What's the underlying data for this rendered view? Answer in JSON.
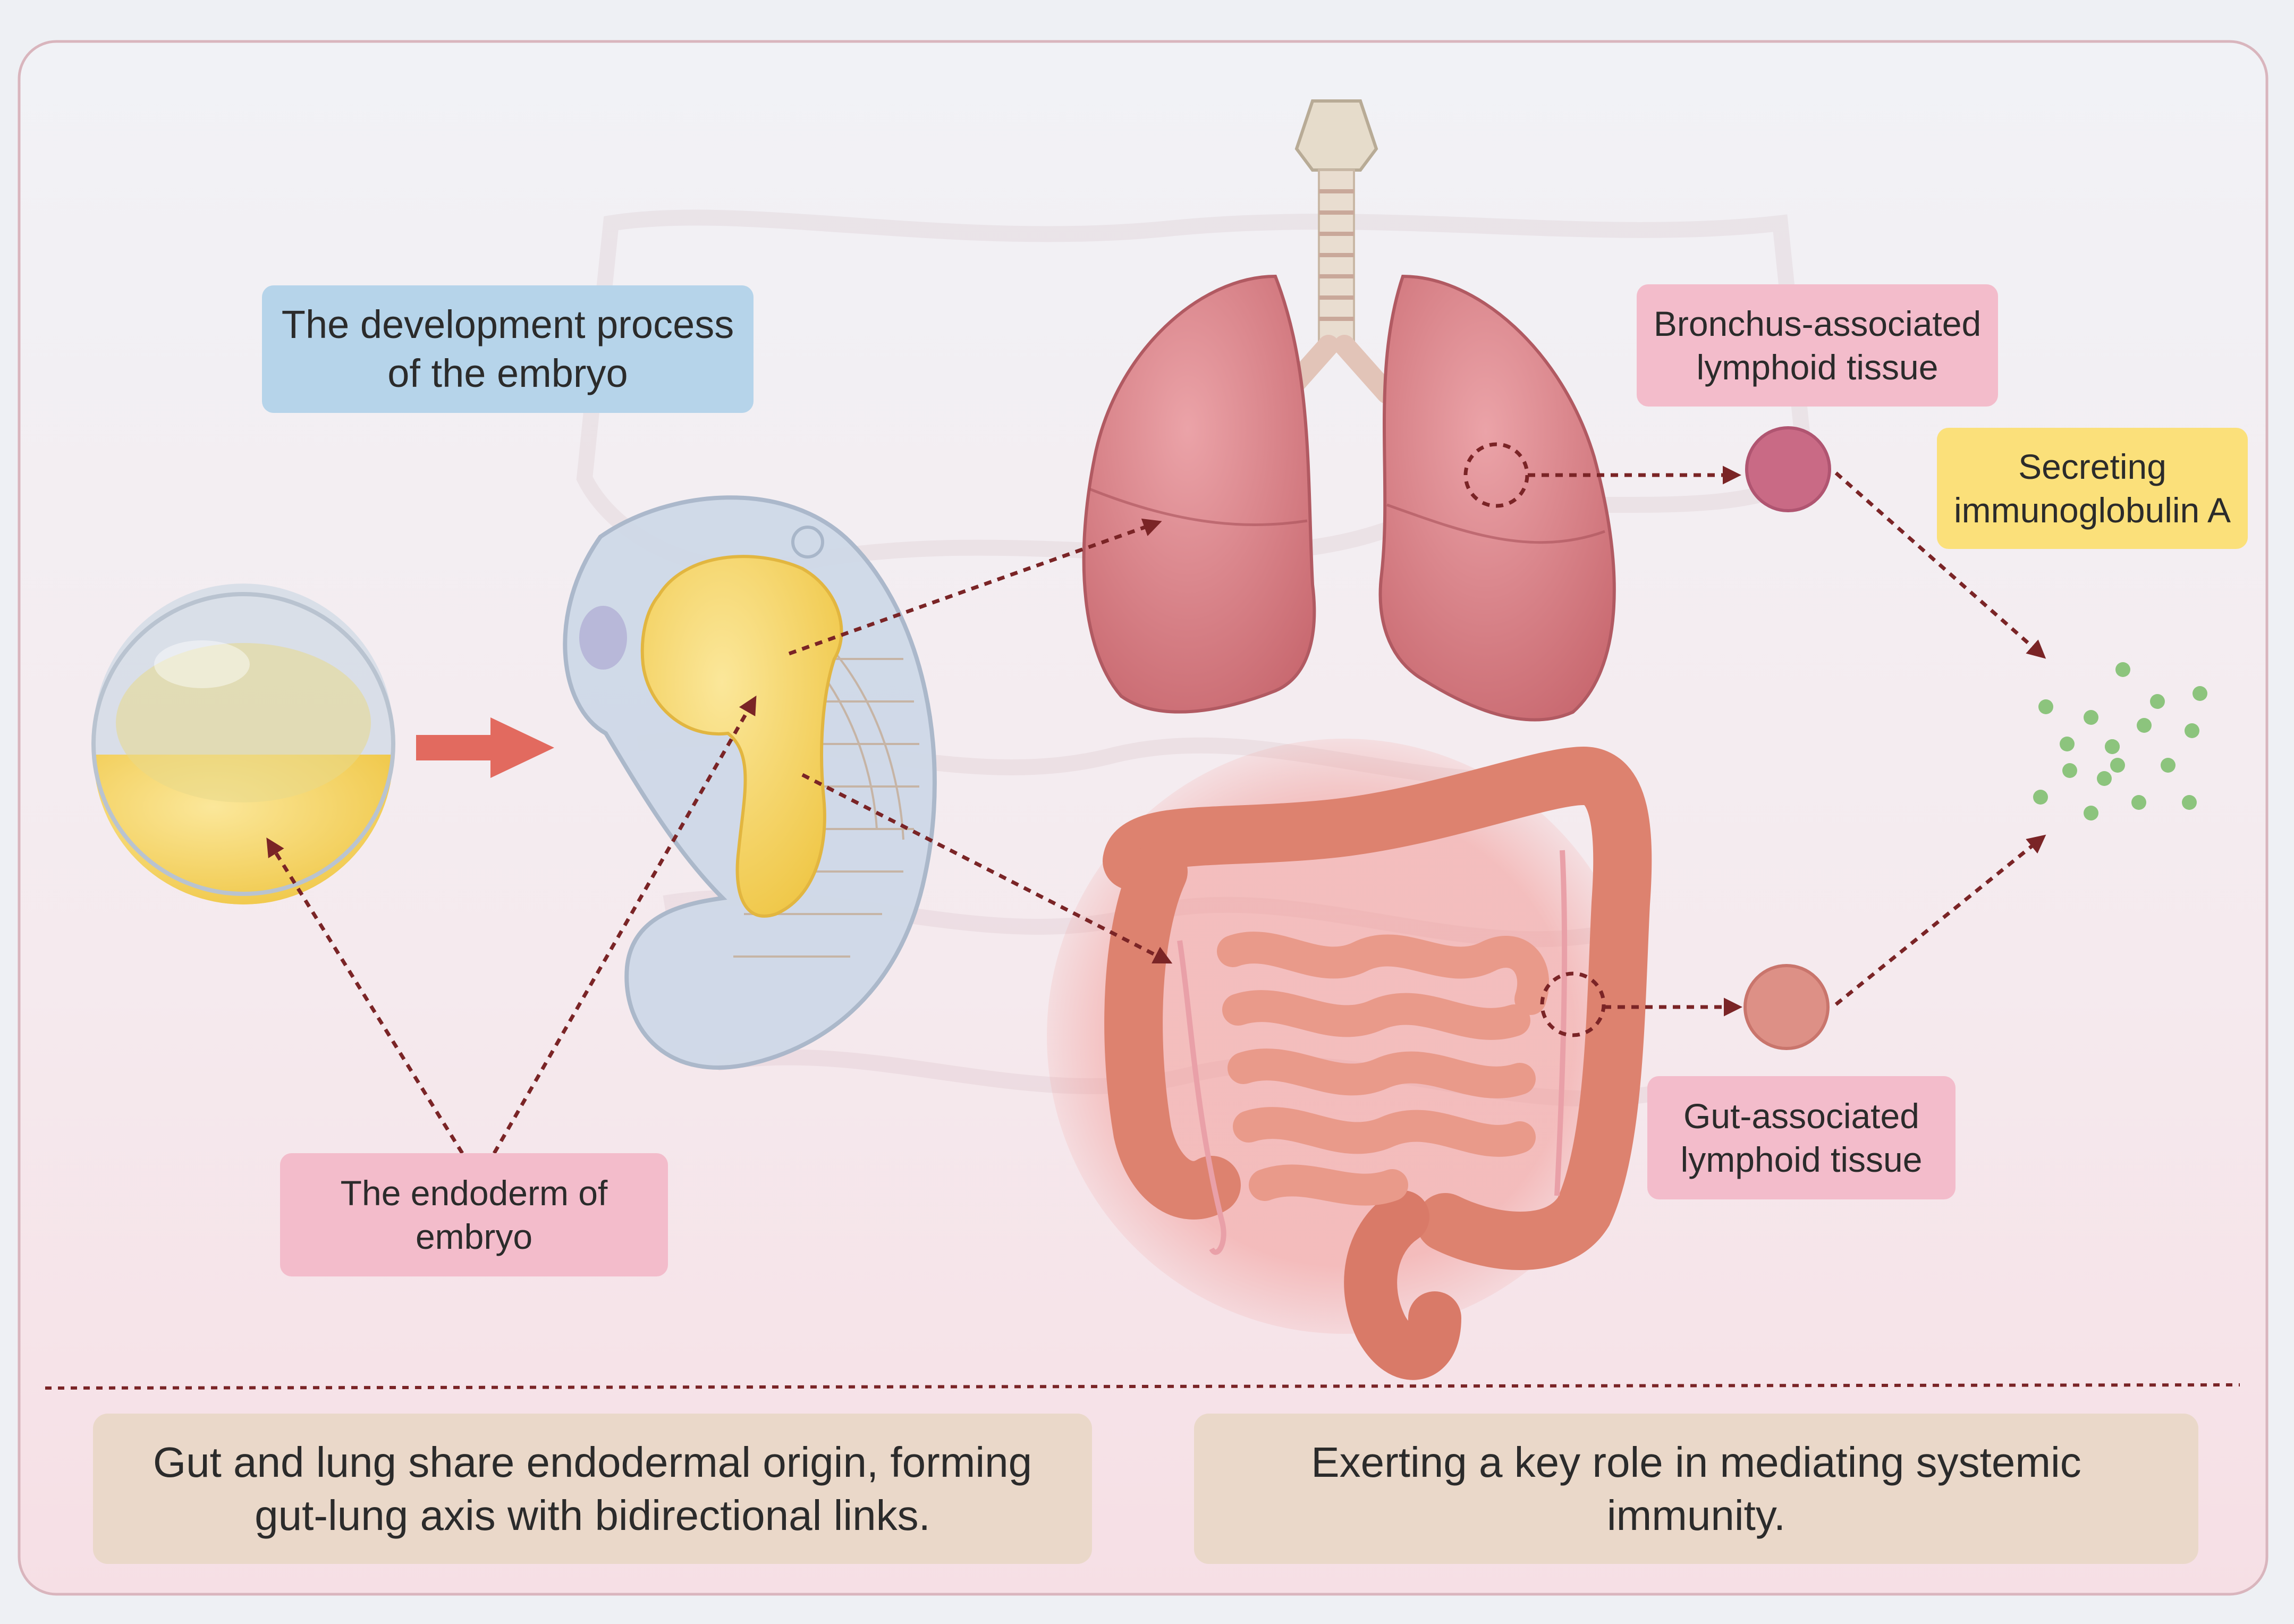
{
  "labels": {
    "embryo_development": "The development process\nof the embryo",
    "endoderm": "The endoderm of\nembryo",
    "balt": "Bronchus-associated\nlymphoid tissue",
    "galt": "Gut-associated\nlymphoid tissue",
    "iga": "Secreting\nimmunoglobulin A"
  },
  "summary": {
    "left": "Gut and lung share endodermal origin, forming\ngut-lung axis with bidirectional links.",
    "right": "Exerting a key role in mediating systemic\nimmunity."
  },
  "icons": [
    "blastocyst-icon",
    "embryo-icon",
    "lungs-icon",
    "trachea-icon",
    "intestine-icon",
    "lymph-node-icon",
    "antibody-particles-icon"
  ],
  "colors": {
    "arrow": "#7a2426",
    "progress_arrow": "#e26a5f",
    "yolk": "#f6d35c",
    "lung": "#d9838c",
    "intestine": "#e28a7a",
    "particles": "#8cc47d"
  }
}
